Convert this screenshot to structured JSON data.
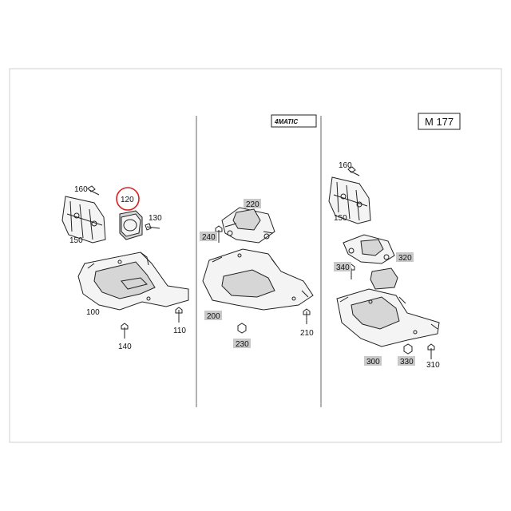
{
  "header": {
    "model_code": "M 177",
    "logo_text": "4MATIC"
  },
  "highlight_color": "#d92020",
  "callouts": {
    "p100": "100",
    "p110": "110",
    "p120": "120",
    "p130": "130",
    "p140": "140",
    "p150a": "150",
    "p160a": "160",
    "p200": "200",
    "p210": "210",
    "p220": "220",
    "p230": "230",
    "p240": "240",
    "p150b": "150",
    "p160b": "160",
    "p300": "300",
    "p310": "310",
    "p320": "320",
    "p330": "330",
    "p340": "340"
  }
}
